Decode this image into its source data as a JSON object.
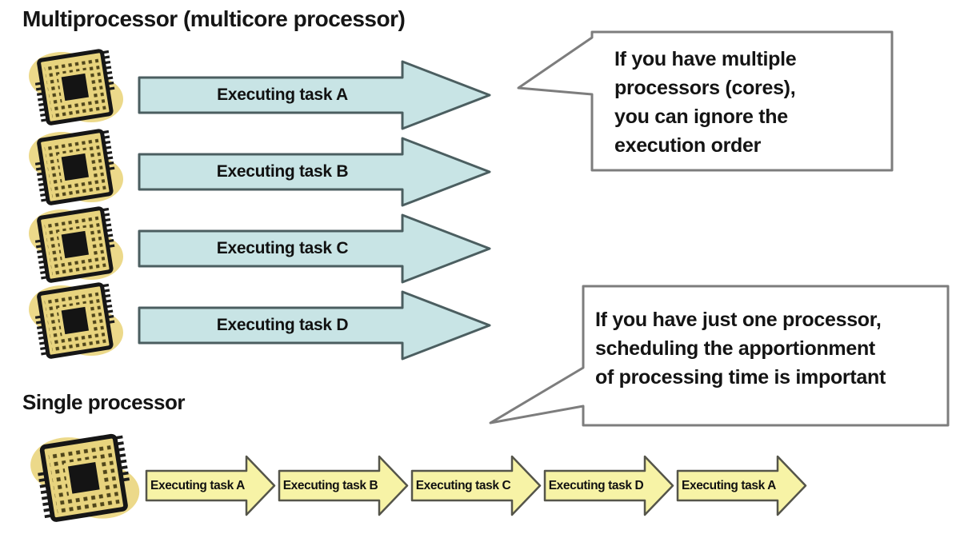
{
  "multiprocessor": {
    "heading": "Multiprocessor (multicore processor)",
    "tasks": [
      "Executing task A",
      "Executing task B",
      "Executing task C",
      "Executing task D"
    ]
  },
  "single_processor": {
    "heading": "Single processor",
    "tasks": [
      "Executing task A",
      "Executing task B",
      "Executing task C",
      "Executing task D",
      "Executing task A"
    ]
  },
  "callout_multi": {
    "lines": [
      "If you have multiple",
      "processors (cores),",
      "you can ignore the",
      "execution order"
    ]
  },
  "callout_single": {
    "lines": [
      "If you have just one processor,",
      "scheduling the apportionment",
      "of processing time is important"
    ]
  },
  "icons": {
    "cpu": "cpu-chip-icon"
  },
  "colors": {
    "task_arrow_fill": "#c8e4e5",
    "task_arrow_border": "#4b5e60",
    "timeline_arrow_fill": "#f7f3a6",
    "timeline_arrow_border": "#55554a",
    "cpu_blob": "#ecd98a",
    "cpu_chip_face": "#e8d47e",
    "bubble_border": "#7d7d7d",
    "text": "#111111",
    "background": "#ffffff"
  }
}
